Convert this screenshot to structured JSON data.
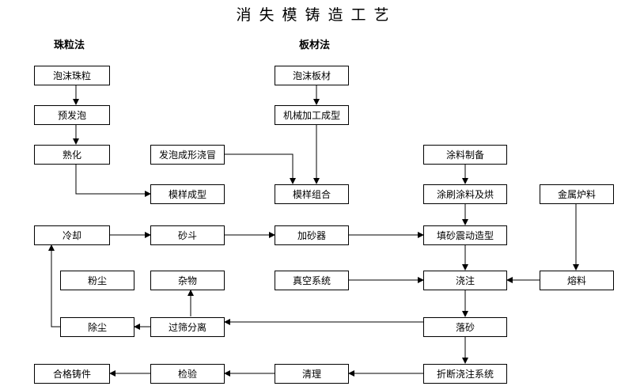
{
  "title": "消失模铸造工艺",
  "methods": {
    "bead": "珠粒法",
    "board": "板材法"
  },
  "steps": {
    "foam_beads": "泡沫珠粒",
    "pre_expand": "预发泡",
    "cure": "熟化",
    "foam_riser": "发泡成形浇冒",
    "pattern_mold": "模样成型",
    "foam_board": "泡沫板材",
    "machining": "机械加工成型",
    "pattern_assembly": "模样组合",
    "coating_prep": "涂料制备",
    "coat_dry": "涂刷涂料及烘",
    "metal_charge": "金属炉料",
    "cooling": "冷却",
    "sand_hopper": "砂斗",
    "sand_adder": "加砂器",
    "fill_vibrate": "填砂震动造型",
    "dust": "粉尘",
    "debris": "杂物",
    "vacuum": "真空系统",
    "pouring": "浇注",
    "melting": "熔料",
    "dedust": "除尘",
    "screen_separate": "过筛分离",
    "shakeout": "落砂",
    "qualified": "合格铸件",
    "inspection": "检验",
    "cleaning": "清理",
    "break_gating": "折断浇注系统"
  }
}
